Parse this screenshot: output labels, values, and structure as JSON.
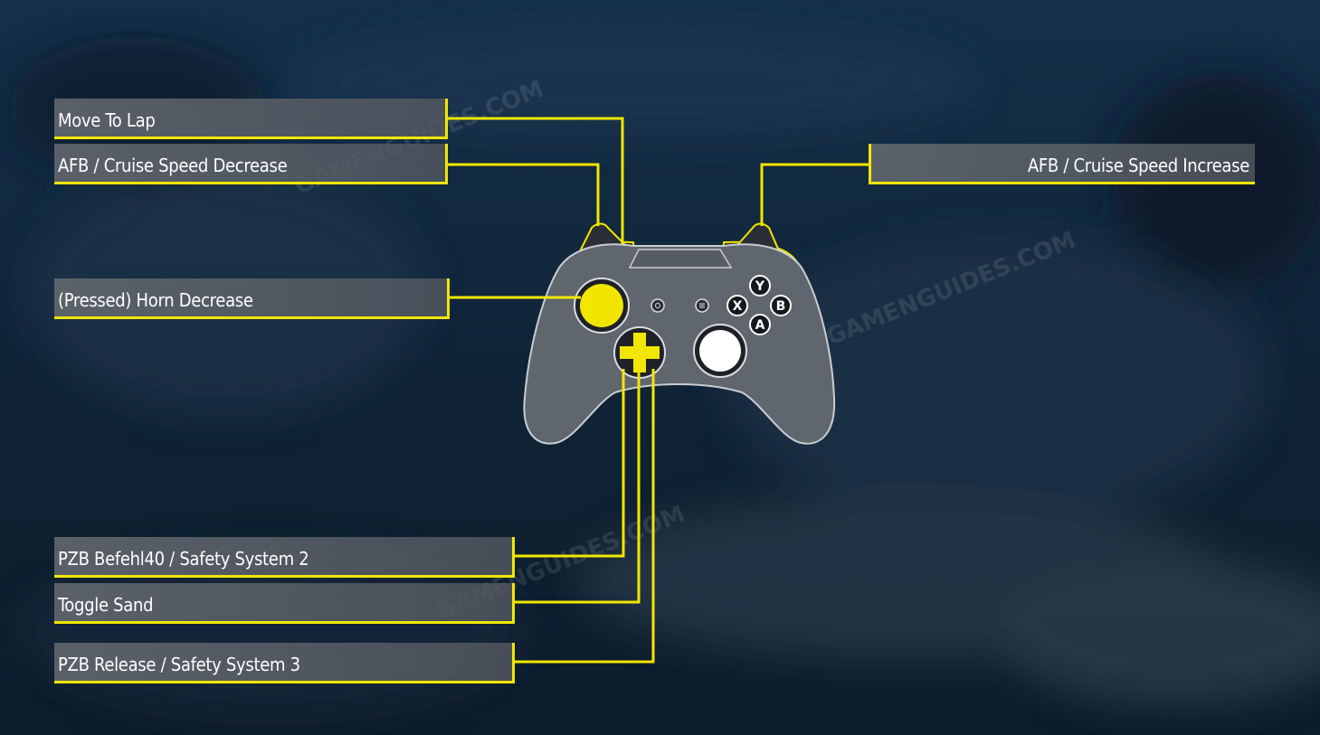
{
  "labels": {
    "move_to_lap": "Move To Lap",
    "afb_decrease": "AFB / Cruise Speed Decrease",
    "horn_decrease": "(Pressed) Horn Decrease",
    "afb_increase": "AFB / Cruise Speed Increase",
    "pzb_befehl": "PZB Befehl40 / Safety System 2",
    "toggle_sand": "Toggle Sand",
    "pzb_release": "PZB Release / Safety System 3"
  },
  "face_buttons": {
    "y": "Y",
    "x": "X",
    "b": "B",
    "a": "A"
  },
  "watermark": "GAMENGUIDES.COM",
  "colors": {
    "accent_yellow": "#f2e600",
    "controller_body": "#5f666d",
    "background": "#0f2233",
    "label_bg": "#646970"
  }
}
